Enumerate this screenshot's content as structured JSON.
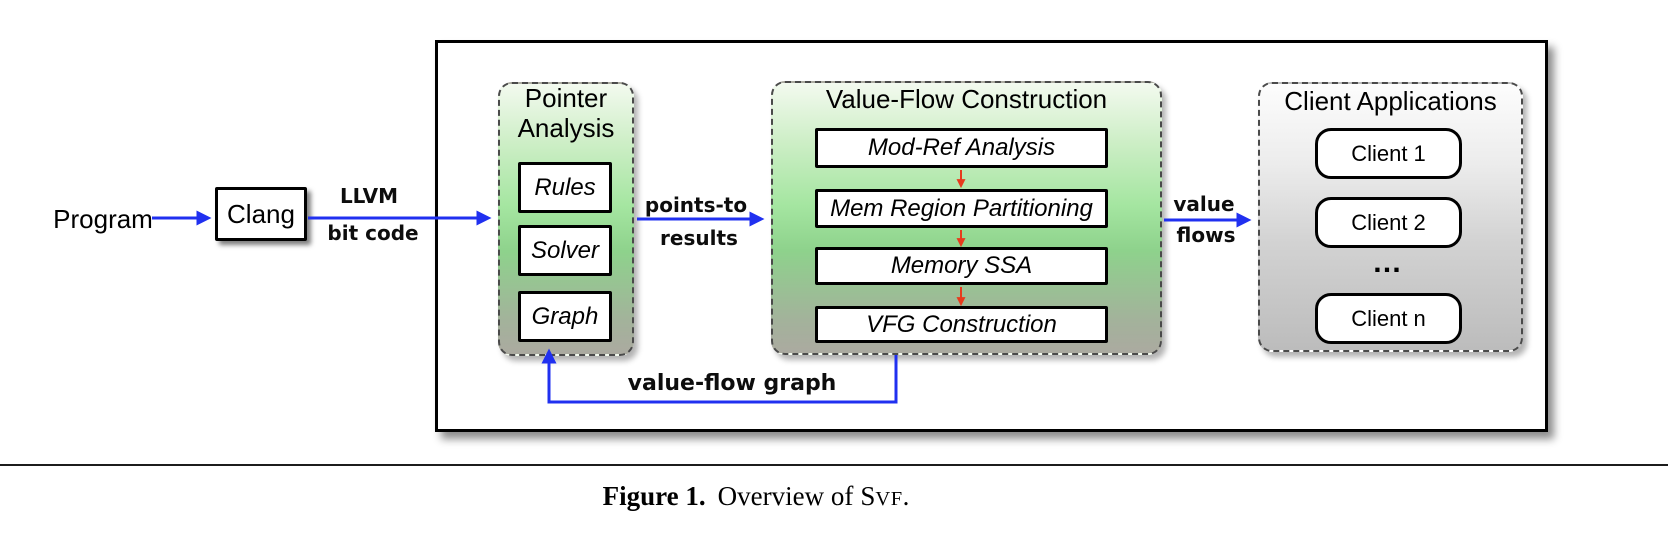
{
  "figure": {
    "nodes": {
      "program": "Program",
      "clang": "Clang"
    },
    "edge_labels": {
      "llvm_line1": "LLVM",
      "llvm_line2": "bit code",
      "points_to_line1": "points-to",
      "points_to_line2": "results",
      "value_flows_line1": "value",
      "value_flows_line2": "flows",
      "feedback": "value-flow graph"
    },
    "panels": {
      "pointer_analysis": {
        "title": "Pointer Analysis",
        "items": [
          "Rules",
          "Solver",
          "Graph"
        ]
      },
      "value_flow_construction": {
        "title": "Value-Flow Construction",
        "items": [
          "Mod-Ref Analysis",
          "Mem Region Partitioning",
          "Memory SSA",
          "VFG Construction"
        ]
      },
      "client_applications": {
        "title": "Client Applications",
        "items": [
          "Client 1",
          "Client 2",
          "Client n"
        ],
        "ellipsis": "…"
      }
    }
  },
  "caption": {
    "label": "Figure 1.",
    "body": "Overview of",
    "smallcaps_head": "S",
    "smallcaps_tail": "VF",
    "period": "."
  },
  "colors": {
    "arrow_blue": "#2030f0",
    "arrow_red": "#e73b1d",
    "panel_green": "#8ed28c",
    "panel_gray": "#bcbcbc"
  }
}
